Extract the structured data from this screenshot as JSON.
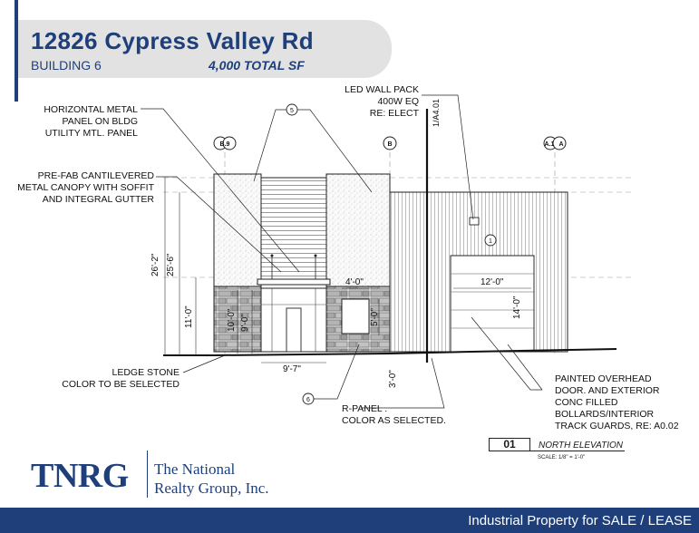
{
  "header": {
    "address": "12826 Cypress Valley Rd",
    "building": "BUILDING 6",
    "total_sf": "4,000 TOTAL SF"
  },
  "grid_bubbles": [
    "B.9",
    "B",
    "A.1",
    "A"
  ],
  "keynotes": [
    "5",
    "1",
    "6"
  ],
  "callouts": {
    "horizontal_metal": "HORIZONTAL METAL\nPANEL ON BLDG\nUTILITY MTL. PANEL",
    "canopy": "PRE-FAB CANTILEVERED\nMETAL CANOPY WITH SOFFIT\nAND INTEGRAL GUTTER",
    "wall_pack": "LED WALL PACK\n400W EQ\nRE: ELECT",
    "detail_ref": "1/A4.01",
    "ledge_stone": "LEDGE STONE\nCOLOR TO BE SELECTED",
    "r_panel": "R-PANEL .\nCOLOR AS SELECTED.",
    "overhead_door": "PAINTED OVERHEAD\nDOOR. AND EXTERIOR\nCONC FILLED\nBOLLARDS/INTERIOR\nTRACK GUARDS, RE: A0.02"
  },
  "dimensions": {
    "d_26_2": "26'-2\"",
    "d_25_6": "25'-6\"",
    "d_11_0": "11'-0\"",
    "d_10_0": "10'-0\"",
    "d_9_0": "9'-0\"",
    "d_4_0": "4'-0\"",
    "d_5_0": "5'-0\"",
    "d_9_7": "9'-7\"",
    "d_3_0": "3'-0\"",
    "d_12_0": "12'-0\"",
    "d_14_0": "14'-0\""
  },
  "title_block": {
    "number": "01",
    "name": "NORTH ELEVATION",
    "scale": "SCALE: 1/8\" = 1'-0\""
  },
  "branding": {
    "logo": "TNRG",
    "company": "The National\nRealty Group, Inc."
  },
  "footer": {
    "text": "Industrial Property for SALE / LEASE"
  },
  "colors": {
    "brand_blue": "#1e3f7a",
    "header_gray": "#e2e2e2"
  }
}
